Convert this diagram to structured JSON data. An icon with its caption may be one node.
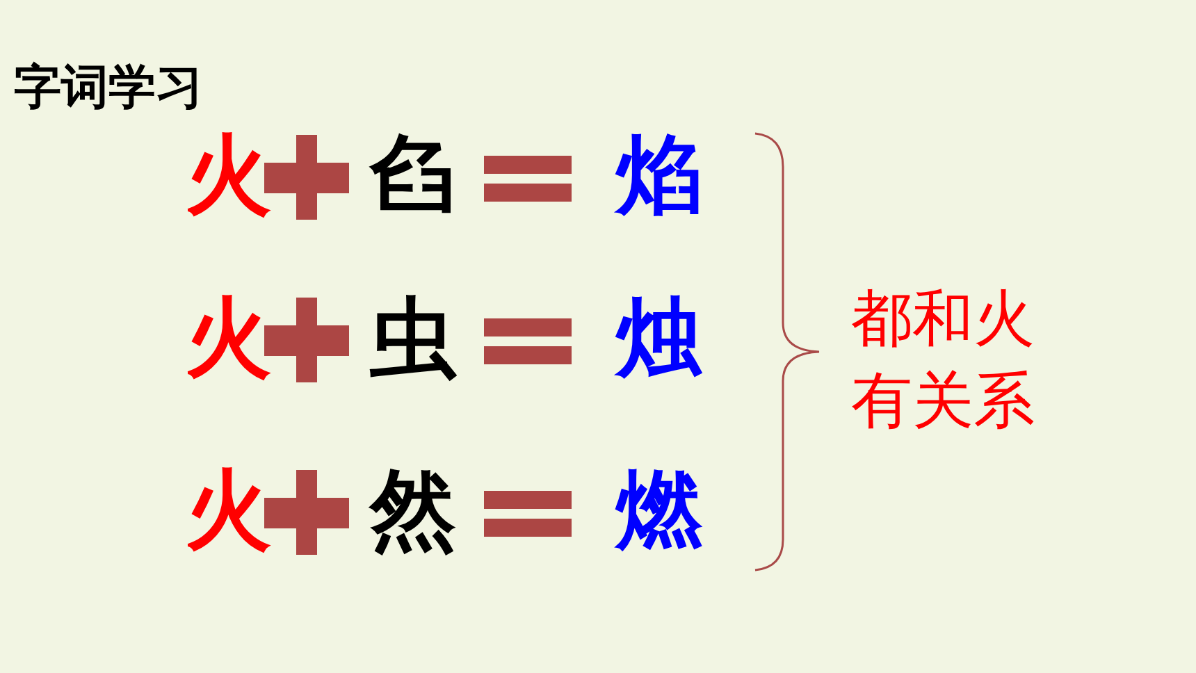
{
  "diagram": {
    "title": "字词学习",
    "labels": [
      "火",
      "臽",
      "焰",
      "火",
      "虫",
      "烛",
      "火",
      "然",
      "燃",
      "都和火有关系"
    ]
  }
}
